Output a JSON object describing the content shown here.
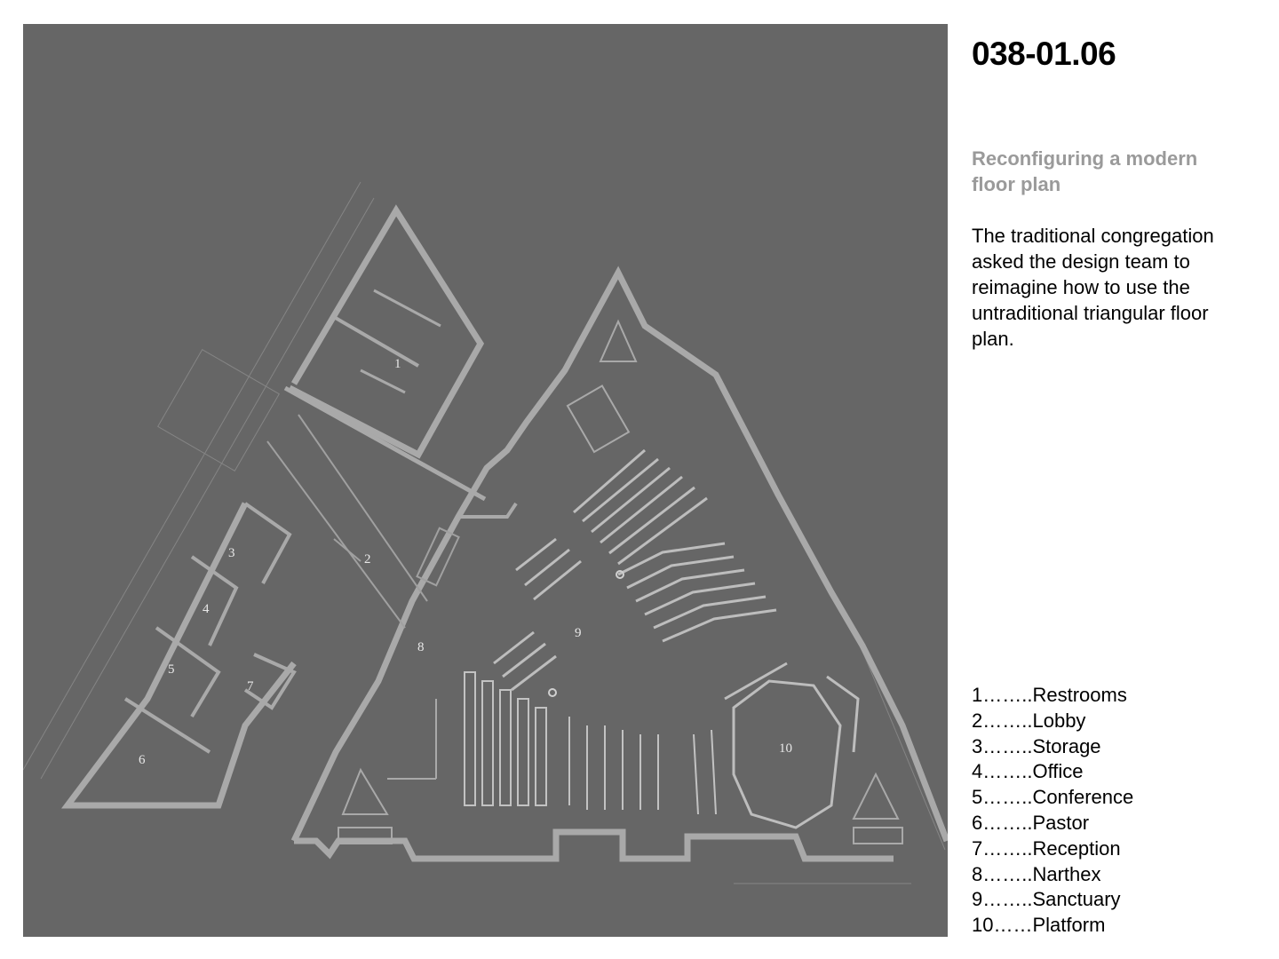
{
  "sheet": {
    "id": "038-01.06",
    "subtitle": "Reconfiguring a modern floor plan",
    "body": "The traditional congregation asked the design team to reimagine how to use the untraditional triangular floor plan."
  },
  "plan_labels": [
    "1",
    "2",
    "3",
    "4",
    "5",
    "6",
    "7",
    "8",
    "9",
    "10"
  ],
  "legend": [
    {
      "num": "1",
      "dots": "……..",
      "name": "Restrooms"
    },
    {
      "num": "2",
      "dots": "……..",
      "name": "Lobby"
    },
    {
      "num": "3",
      "dots": "……..",
      "name": "Storage"
    },
    {
      "num": "4",
      "dots": "……..",
      "name": "Office"
    },
    {
      "num": "5",
      "dots": "……..",
      "name": "Conference"
    },
    {
      "num": "6",
      "dots": "……..",
      "name": "Pastor"
    },
    {
      "num": "7",
      "dots": "……..",
      "name": "Reception"
    },
    {
      "num": "8",
      "dots": "……..",
      "name": "Narthex"
    },
    {
      "num": "9",
      "dots": "……..",
      "name": "Sanctuary"
    },
    {
      "num": "10",
      "dots": "……",
      "name": "Platform"
    }
  ],
  "colors": {
    "plan_background": "#666666",
    "plan_linework": "#a9a9a9",
    "subtitle": "#9a9a9a"
  }
}
